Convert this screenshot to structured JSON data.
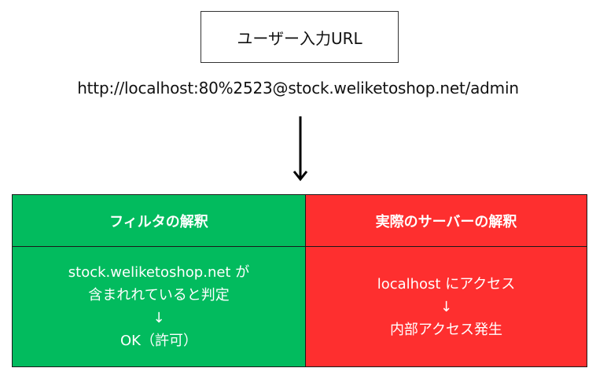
{
  "input_box": {
    "label": "ユーザー入力URL"
  },
  "url": "http://localhost:80%2523@stock.weliketoshop.net/admin",
  "arrow": {
    "icon": "down-arrow-icon"
  },
  "table": {
    "filter": {
      "header": "フィルタの解釈",
      "lines": [
        "stock.weliketoshop.net が",
        "含まれれていると判定",
        "↓",
        "OK（許可）"
      ],
      "color": "#02bb5e"
    },
    "server": {
      "header": "実際のサーバーの解釈",
      "lines": [
        "localhost にアクセス",
        "↓",
        "内部アクセス発生"
      ],
      "color": "#fe2f2f"
    }
  }
}
